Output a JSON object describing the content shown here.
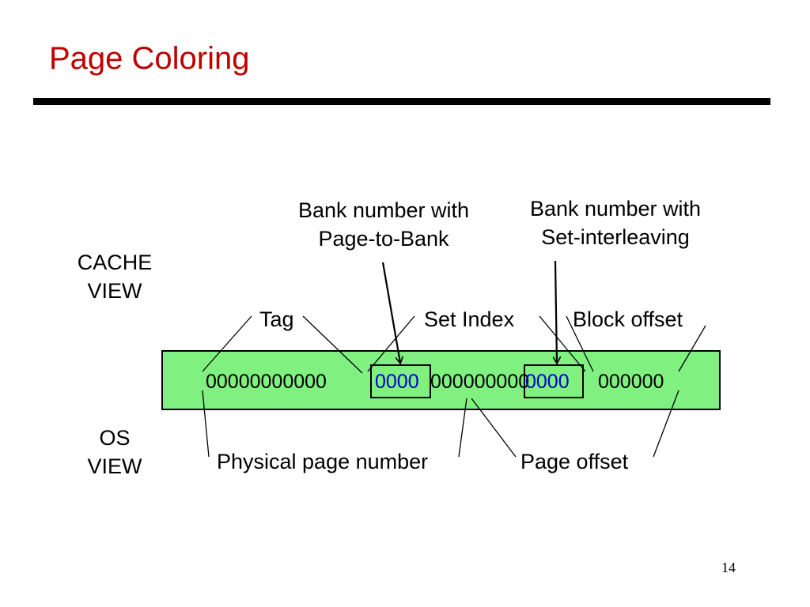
{
  "slide": {
    "title": "Page Coloring",
    "page_number": "14"
  },
  "views": {
    "cache_view": [
      "CACHE",
      "VIEW"
    ],
    "os_view": [
      "OS",
      "VIEW"
    ]
  },
  "bank_labels": {
    "page_to_bank": [
      "Bank number with",
      "Page-to-Bank"
    ],
    "set_interleaving": [
      "Bank number with",
      "Set-interleaving"
    ]
  },
  "cache_fields": {
    "tag": "Tag",
    "set_index": "Set Index",
    "block_offset": "Block offset"
  },
  "address_bits": {
    "tag_bits": "00000000000",
    "ppn_bank_bits": "0000",
    "set_index_middle_bits": "000000000",
    "set_bank_bits": "0000",
    "block_offset_bits": "000000",
    "highlight_color": "#0000cc"
  },
  "os_fields": {
    "physical_page_number": "Physical page number",
    "page_offset": "Page offset"
  },
  "colors": {
    "title": "#c00000",
    "address_band": "#80f080"
  }
}
